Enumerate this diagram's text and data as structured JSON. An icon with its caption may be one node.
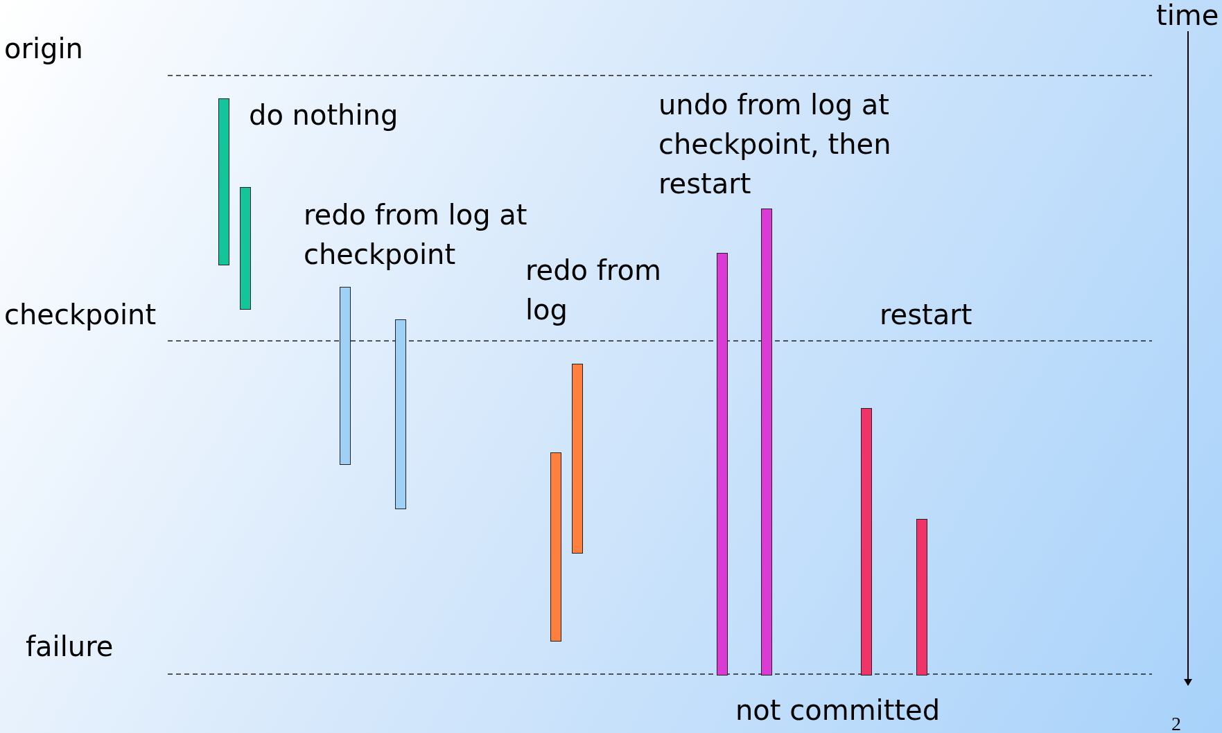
{
  "diagram": {
    "nodes": [
      {
        "text": [],
        "shape": "bar"
      },
      {
        "text": [],
        "shape": "bar"
      },
      {
        "text": [],
        "shape": "bar"
      },
      {
        "text": [],
        "shape": "bar"
      },
      {
        "text": [],
        "shape": "bar"
      },
      {
        "text": [],
        "shape": "bar"
      },
      {
        "text": [],
        "shape": "bar"
      },
      {
        "text": [],
        "shape": "bar"
      },
      {
        "text": [],
        "shape": "bar"
      },
      {
        "text": [],
        "shape": "bar"
      }
    ],
    "labels": [
      "time",
      "origin",
      "do nothing",
      "undo from log at checkpoint, then restart",
      "redo from log at checkpoint",
      "redo from log",
      "checkpoint",
      "restart",
      "failure",
      "not committed",
      "2"
    ]
  }
}
